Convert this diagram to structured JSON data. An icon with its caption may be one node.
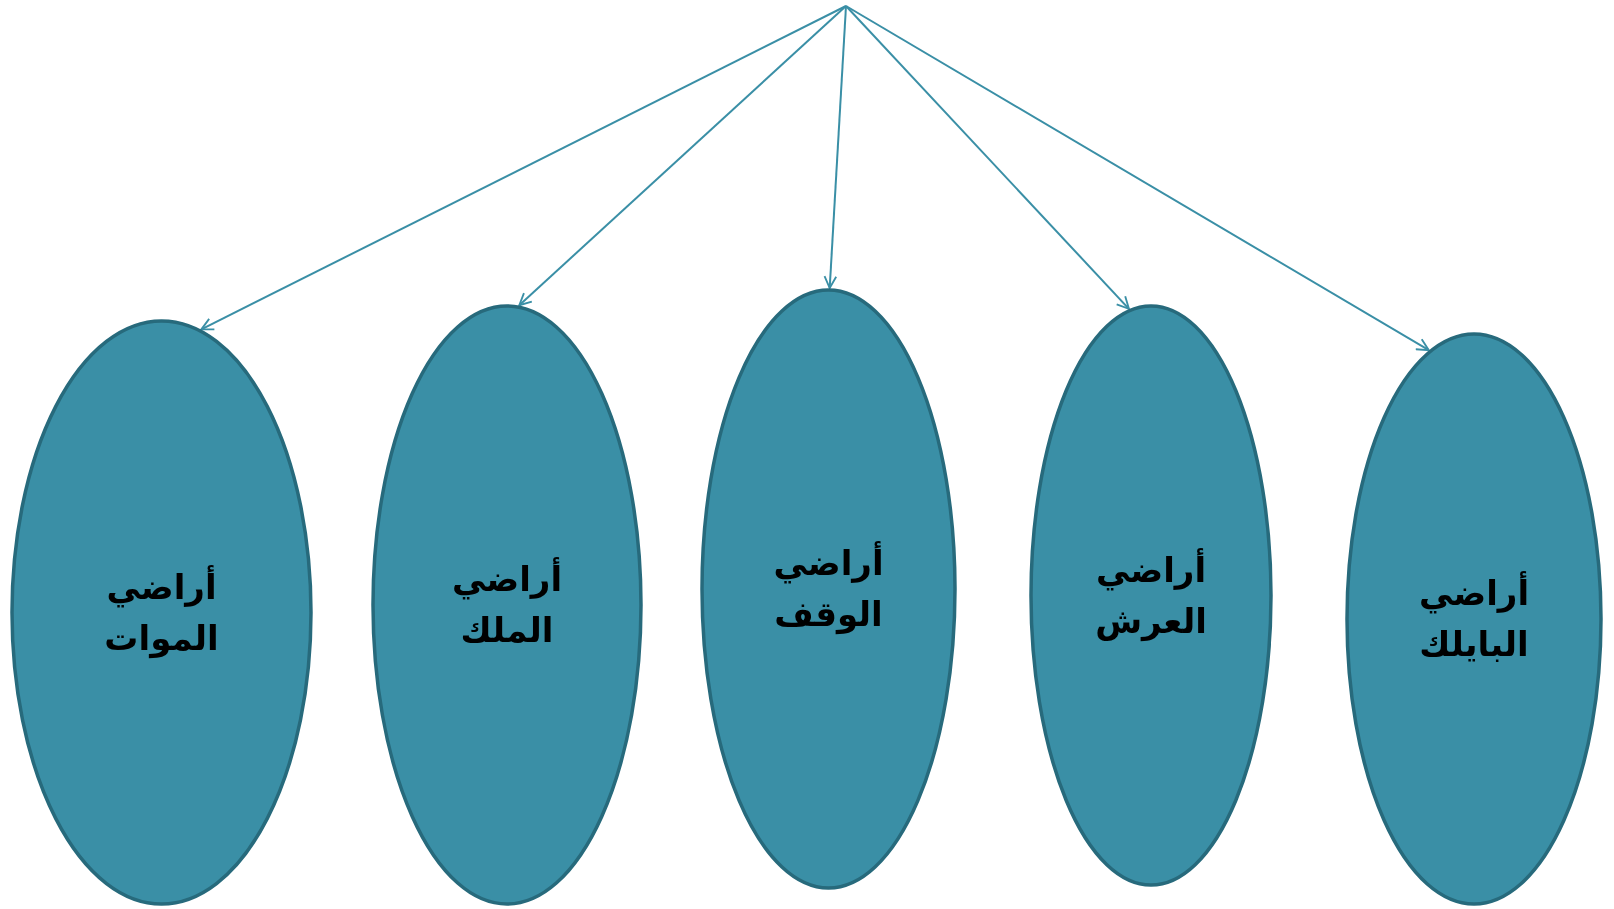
{
  "diagram": {
    "nodes": [
      {
        "text": [
          "أراضي الموات"
        ]
      },
      {
        "text": [
          "أراضي الملك"
        ]
      },
      {
        "text": [
          "أراضي الوقف"
        ]
      },
      {
        "text": [
          "أراضي العرش"
        ]
      },
      {
        "text": [
          "أراضي البايلك"
        ]
      }
    ],
    "edges": [
      {
        "from": null,
        "to": 0,
        "arrow": "to"
      },
      {
        "from": null,
        "to": 1,
        "arrow": "to"
      },
      {
        "from": null,
        "to": 2,
        "arrow": "to"
      },
      {
        "from": null,
        "to": 3,
        "arrow": "to"
      },
      {
        "from": null,
        "to": 4,
        "arrow": "to"
      }
    ]
  }
}
